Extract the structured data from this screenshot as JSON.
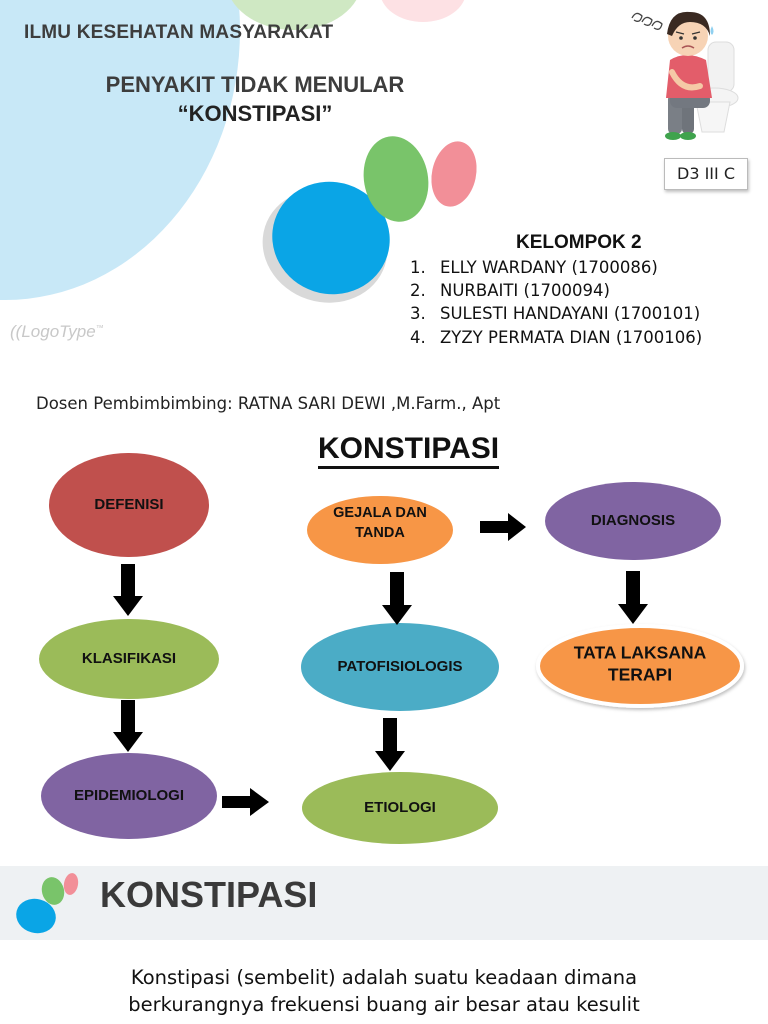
{
  "slide1": {
    "subject": "ILMU KESEHATAN MASYARAKAT",
    "title_line1": "PENYAKIT TIDAK MENULAR",
    "title_line2": "“KONSTIPASI”",
    "logo_text": "LogoType",
    "logo_tm": "™",
    "class_label": "D3 III C",
    "group_title": "KELOMPOK 2",
    "members": [
      {
        "num": "1.",
        "name": "ELLY WARDANY (1700086)"
      },
      {
        "num": "2.",
        "name": "NURBAITI (1700094)"
      },
      {
        "num": "3.",
        "name": "SULESTI HANDAYANI (1700101)"
      },
      {
        "num": "4.",
        "name": "ZYZY PERMATA DIAN (1700106)"
      }
    ],
    "advisor": "Dosen Pembimbimbing: RATNA SARI DEWI ,M.Farm., Apt",
    "colors": {
      "blue": "#0aa5e6",
      "green": "#79c46a",
      "pink": "#f28f98",
      "light_blue": "#c8e8f7"
    }
  },
  "slide2": {
    "title": "KONSTIPASI",
    "nodes": {
      "defenisi": "DEFENISI",
      "klasifikasi": "KLASIFIKASI",
      "epidemiologi": "EPIDEMIOLOGI",
      "gejala_line1": "GEJALA DAN",
      "gejala_line2": "TANDA",
      "patofisiologis": "PATOFISIOLOGIS",
      "etiologi": "ETIOLOGI",
      "diagnosis": "DIAGNOSIS",
      "tata_line1": "TATA LAKSANA",
      "tata_line2": "TERAPI"
    },
    "colors": {
      "red": "#c0504d",
      "green": "#9bbb59",
      "purple": "#8064a2",
      "orange": "#f79646",
      "teal": "#4bacc6"
    }
  },
  "slide3": {
    "title": "KONSTIPASI",
    "body_line1": "Konstipasi (sembelit) adalah suatu keadaan dimana",
    "body_line2": "berkurangnya frekuensi buang air besar atau kesulit"
  }
}
